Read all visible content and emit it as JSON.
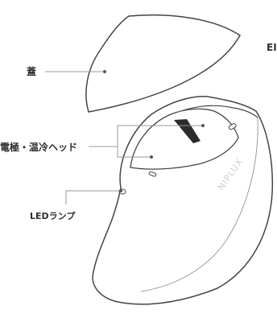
{
  "labels": {
    "lid": "蓋",
    "electrode_head": "電極・温冷ヘッド",
    "led_lamp": "LEDランプ",
    "clipped_right": "EI"
  },
  "device": {
    "brand": "NIPLUX"
  },
  "colors": {
    "outline": "#444444",
    "leader_line": "#9a9a9a",
    "brand_text": "#cfcfcf",
    "background": "#ffffff"
  }
}
